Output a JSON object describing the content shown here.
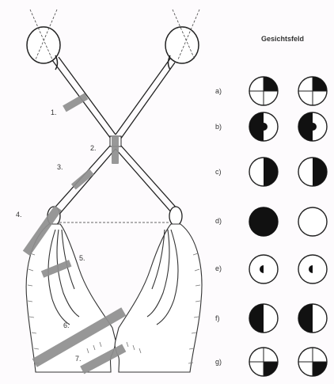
{
  "title": "Gesichtsfeld",
  "lesion_markers": [
    "1.",
    "2.",
    "3.",
    "4.",
    "5.",
    "6.",
    "7."
  ],
  "field_rows": [
    {
      "label": "a)"
    },
    {
      "label": "b)"
    },
    {
      "label": "c)"
    },
    {
      "label": "d)"
    },
    {
      "label": "e)"
    },
    {
      "label": "f)"
    },
    {
      "label": "g)"
    }
  ],
  "colors": {
    "ink": "#222222",
    "lesion": "#8f8f8f",
    "background": "#fdfbfd"
  }
}
